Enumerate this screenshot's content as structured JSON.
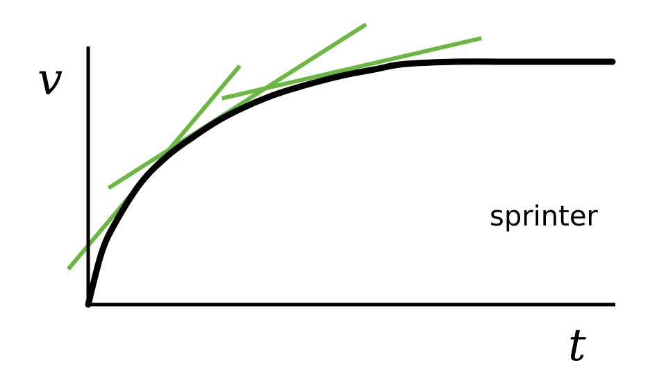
{
  "chart_data": {
    "type": "line",
    "title": "",
    "xlabel": "t",
    "ylabel": "v",
    "xlim": [
      0,
      10
    ],
    "ylim": [
      0,
      10
    ],
    "grid": false,
    "legend": "none",
    "annotation": "sprinter",
    "series": [
      {
        "kind": "curve",
        "color": "#000000",
        "x": [
          0,
          0.25,
          0.5,
          1,
          1.5,
          2,
          2.5,
          3,
          3.5,
          4,
          4.5,
          5,
          5.5,
          6,
          7,
          8,
          9,
          10
        ],
        "y": [
          0,
          2.1,
          3.3,
          5.0,
          6.1,
          6.9,
          7.6,
          8.15,
          8.6,
          8.95,
          9.25,
          9.5,
          9.7,
          9.9,
          10.0,
          10.0,
          10.0,
          10.0
        ]
      }
    ],
    "tangent_lines": [
      {
        "color": "#6ab842",
        "x": [
          -0.38,
          2.89
        ],
        "y": [
          1.46,
          9.83
        ]
      },
      {
        "color": "#6ab842",
        "x": [
          0.39,
          5.3
        ],
        "y": [
          4.8,
          11.54
        ]
      },
      {
        "color": "#6ab842",
        "x": [
          2.55,
          7.5
        ],
        "y": [
          8.49,
          10.97
        ]
      }
    ]
  }
}
